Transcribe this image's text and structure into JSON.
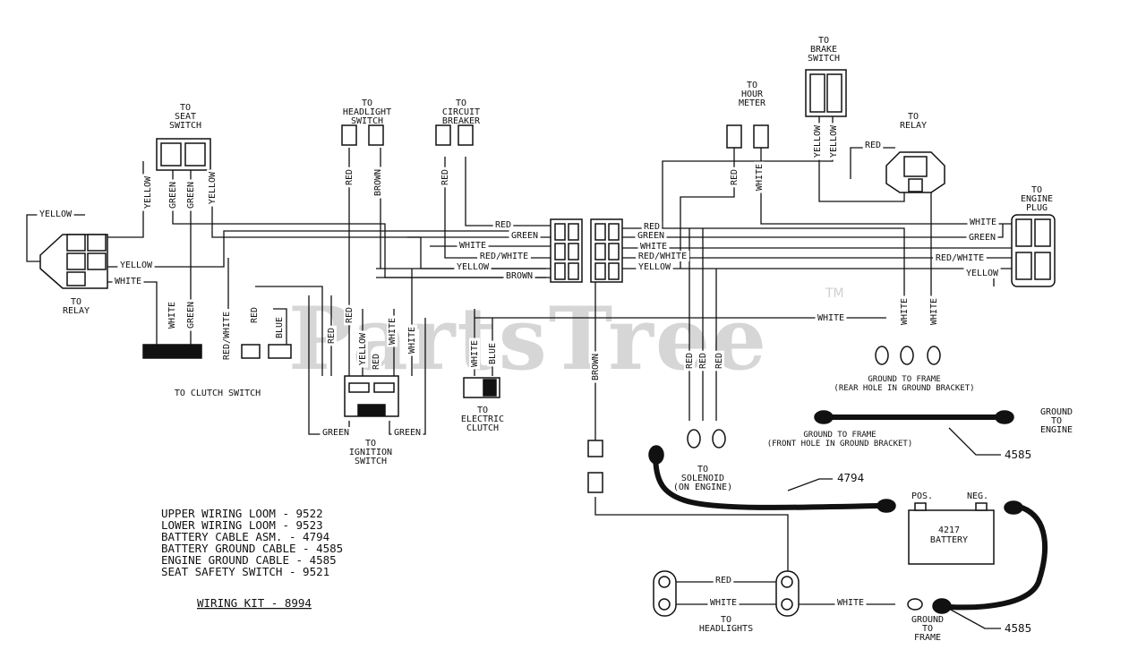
{
  "watermark": {
    "text": "PartsTree",
    "tm": "TM"
  },
  "destinations": {
    "seat_switch": "TO|SEAT|SWITCH",
    "headlight_switch": "TO|HEADLIGHT|SWITCH",
    "circuit_breaker": "TO|CIRCUIT|BREAKER",
    "hour_meter": "TO|HOUR|METER",
    "brake_switch": "TO|BRAKE|SWITCH",
    "relay_right": "TO|RELAY",
    "engine_plug": "TO|ENGINE|PLUG",
    "relay_left": "TO|RELAY",
    "clutch_switch": "TO CLUTCH SWITCH",
    "ignition_switch": "TO|IGNITION|SWITCH",
    "electric_clutch": "TO|ELECTRIC|CLUTCH",
    "solenoid": "TO|SOLENOID|(ON ENGINE)",
    "headlights": "TO|HEADLIGHTS",
    "ground_frame_bottom": "GROUND|TO|FRAME",
    "ground_frame_rear": "GROUND TO FRAME|(REAR HOLE IN GROUND BRACKET)",
    "ground_frame_front": "GROUND TO FRAME|(FRONT HOLE IN GROUND BRACKET)",
    "ground_engine": "GROUND|TO|ENGINE"
  },
  "wire_colors": {
    "yellow": "YELLOW",
    "green": "GREEN",
    "white": "WHITE",
    "red": "RED",
    "brown": "BROWN",
    "blue": "BLUE",
    "red_white": "RED/WHITE"
  },
  "battery": {
    "label": "4217|BATTERY",
    "pos": "POS.",
    "neg": "NEG."
  },
  "part_refs": {
    "cable_asm": "4794",
    "ground_cable_1": "4585",
    "ground_cable_2": "4585"
  },
  "parts_list": [
    "UPPER WIRING LOOM - 9522",
    "LOWER WIRING LOOM - 9523",
    "BATTERY CABLE ASM. - 4794",
    "BATTERY GROUND CABLE - 4585",
    "ENGINE GROUND CABLE - 4585",
    "SEAT SAFETY SWITCH - 9521"
  ],
  "kit_label": "WIRING KIT - 8994"
}
